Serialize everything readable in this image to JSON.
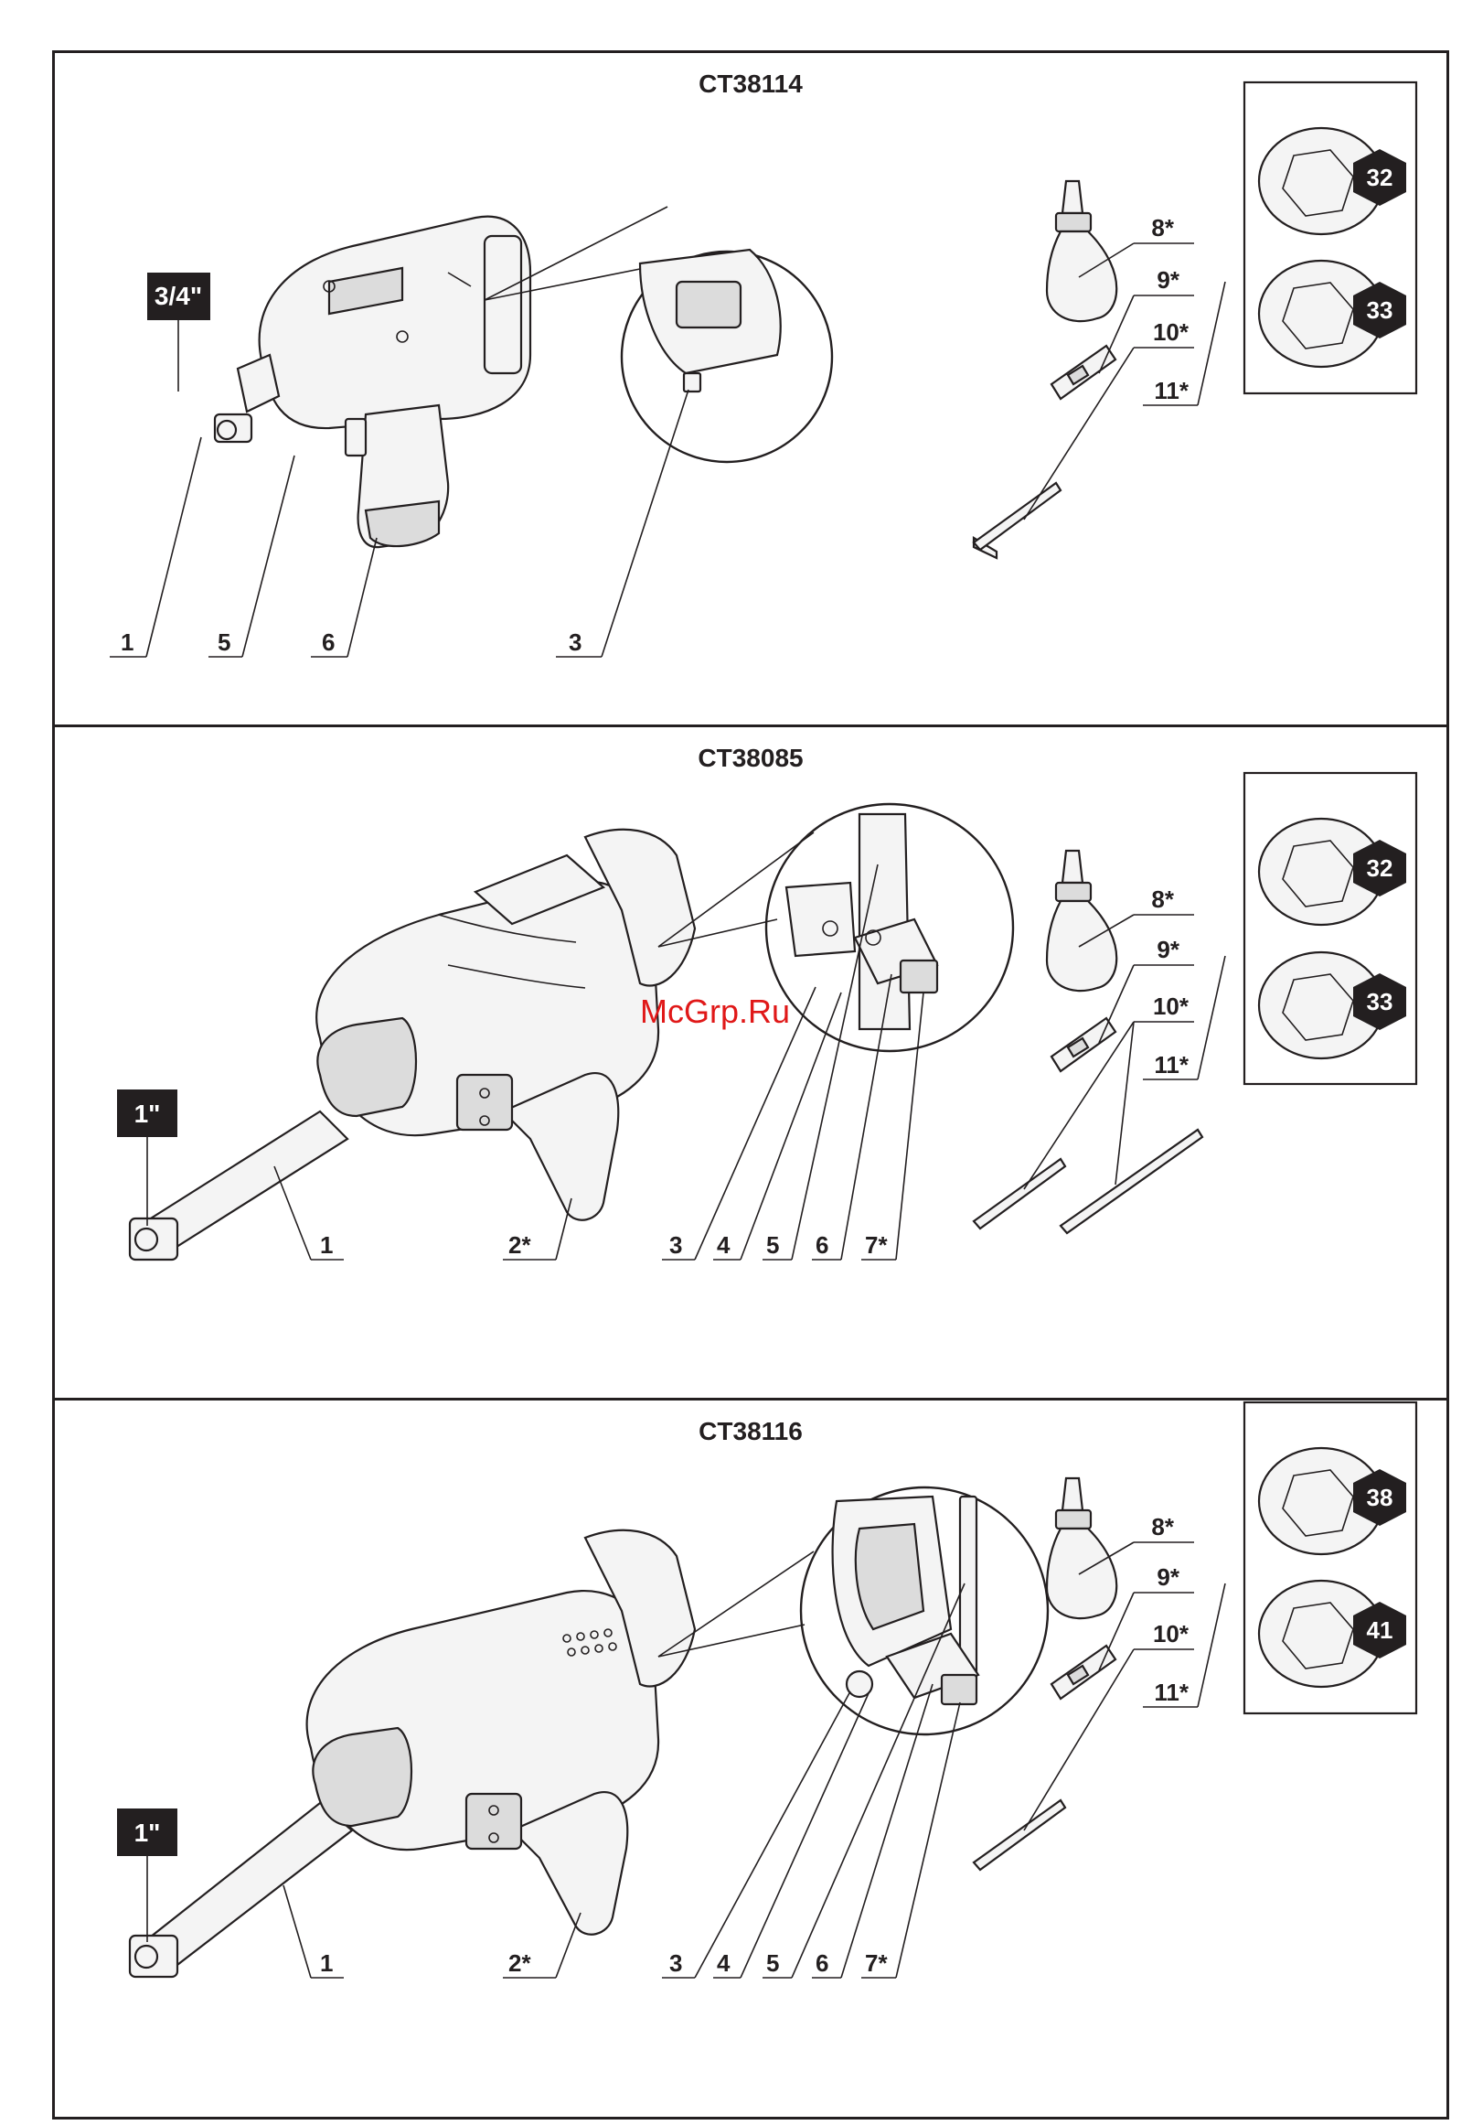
{
  "watermark": "McGrp.Ru",
  "panels": [
    {
      "model": "CT38114",
      "drive_size": "3/4\"",
      "labels": [
        "1",
        "5",
        "6",
        "3"
      ],
      "accessory_labels": [
        "8*",
        "9*",
        "10*",
        "11*"
      ],
      "sockets": [
        "32",
        "33"
      ]
    },
    {
      "model": "CT38085",
      "drive_size": "1\"",
      "labels": [
        "1",
        "2*",
        "3",
        "4",
        "5",
        "6",
        "7*"
      ],
      "accessory_labels": [
        "8*",
        "9*",
        "10*",
        "11*"
      ],
      "sockets": [
        "32",
        "33"
      ]
    },
    {
      "model": "CT38116",
      "drive_size": "1\"",
      "labels": [
        "1",
        "2*",
        "3",
        "4",
        "5",
        "6",
        "7*"
      ],
      "accessory_labels": [
        "8*",
        "9*",
        "10*",
        "11*"
      ],
      "sockets": [
        "38",
        "41"
      ]
    }
  ],
  "colors": {
    "line": "#231f20",
    "watermark": "#e01818",
    "label_box": "#231f20"
  }
}
